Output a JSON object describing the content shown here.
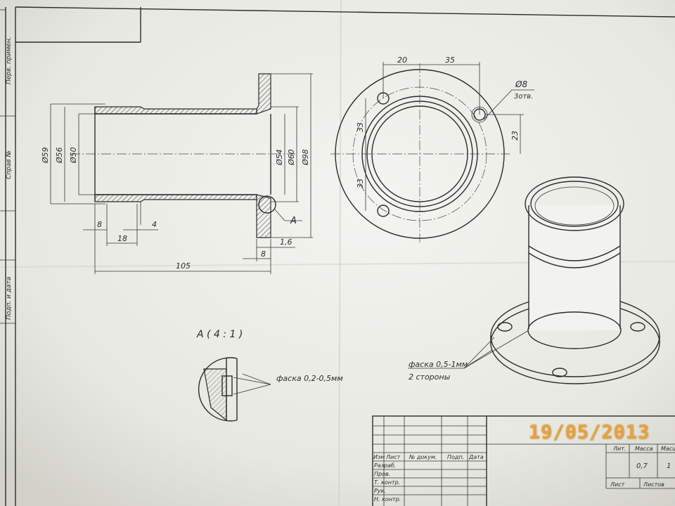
{
  "margin_labels": [
    "Перв. примен.",
    "Справ №",
    "Подп. и дата"
  ],
  "section_view": {
    "dims": {
      "d59": "Ø59",
      "d56": "Ø56",
      "d50": "Ø50",
      "d54": "Ø54",
      "d60": "Ø60",
      "d98": "Ø98",
      "l8": "8",
      "l4": "4",
      "l18": "18",
      "l105": "105",
      "t1_6": "1,6",
      "t8": "8"
    },
    "callout": "A"
  },
  "flange_view": {
    "dims": {
      "w20": "20",
      "w35": "35",
      "h33a": "33",
      "h33b": "33",
      "h23": "23"
    },
    "hole_note_1": "Ø8",
    "hole_note_2": "3отв."
  },
  "iso_view": {
    "note_1": "фаска 0,5-1мм",
    "note_2": "2 стороны"
  },
  "detail": {
    "title": "A ( 4 : 1 )",
    "note": "фаска 0,2-0,5мм"
  },
  "title_block": {
    "headers": [
      "Изм",
      "Лист",
      "№ докум.",
      "Подп.",
      "Дата"
    ],
    "rows": [
      "Разраб.",
      "Пров.",
      "Т. контр.",
      "Рук.",
      "Н. контр."
    ],
    "lit": "Лит.",
    "mass_label": "Масса",
    "scale_label": "Масш",
    "mass_value": "0,7",
    "scale_value": "1",
    "sheet_label": "Лист",
    "sheets_label": "Листов"
  },
  "date_stamp": "19/05/2013"
}
